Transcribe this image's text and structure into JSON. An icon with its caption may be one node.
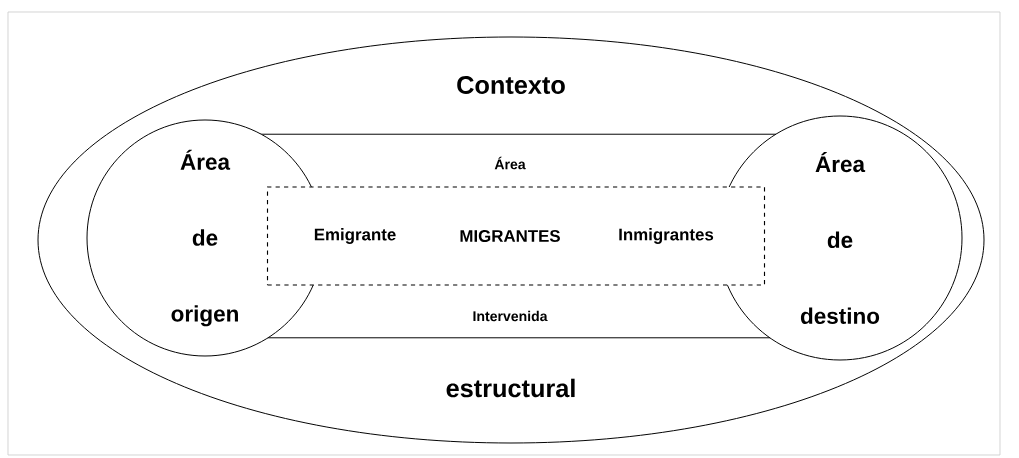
{
  "diagram": {
    "nodes": [
      {
        "text": [
          "Contexto",
          "estructural"
        ]
      },
      {
        "text": [
          "Área de origen"
        ],
        "in": 0
      },
      {
        "text": [
          "Área",
          "Intervenida"
        ],
        "in": 0
      },
      {
        "text": [
          "Área de destino"
        ],
        "in": 0
      },
      {
        "text": [
          "Emigrante",
          "MIGRANTES",
          "Inmigrantes"
        ],
        "in": 2
      }
    ]
  }
}
